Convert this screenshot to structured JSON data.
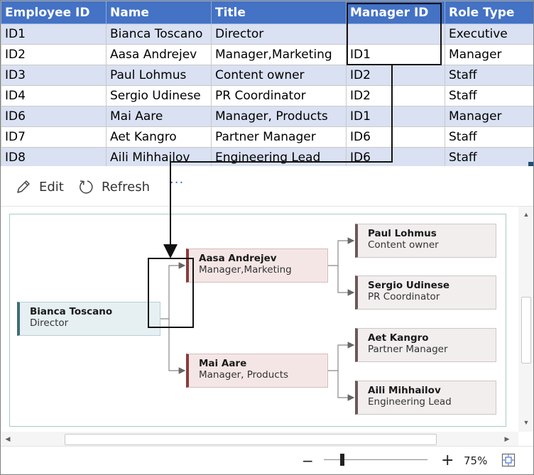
{
  "table": {
    "columns": [
      "Employee ID",
      "Name",
      "Title",
      "Manager ID",
      "Role Type"
    ],
    "rows": [
      [
        "ID1",
        "Bianca Toscano",
        "Director",
        "",
        "Executive"
      ],
      [
        "ID2",
        "Aasa Andrejev",
        "Manager,Marketing",
        "ID1",
        "Manager"
      ],
      [
        "ID3",
        "Paul Lohmus",
        "Content owner",
        "ID2",
        "Staff"
      ],
      [
        "ID4",
        "Sergio Udinese",
        "PR Coordinator",
        "ID2",
        "Staff"
      ],
      [
        "ID6",
        "Mai Aare",
        "Manager, Products",
        "ID1",
        "Manager"
      ],
      [
        "ID7",
        "Aet Kangro",
        "Partner Manager",
        "ID6",
        "Staff"
      ],
      [
        "ID8",
        "Aili Mihhailov",
        "Engineering Lead",
        "ID6",
        "Staff"
      ]
    ]
  },
  "toolbar": {
    "edit_label": "Edit",
    "refresh_label": "Refresh",
    "more_label": "···"
  },
  "orgchart": {
    "root": {
      "name": "Bianca Toscano",
      "title": "Director"
    },
    "managers": [
      {
        "name": "Aasa Andrejev",
        "title": "Manager,Marketing"
      },
      {
        "name": "Mai Aare",
        "title": "Manager, Products"
      }
    ],
    "staff": [
      {
        "name": "Paul Lohmus",
        "title": "Content owner"
      },
      {
        "name": "Sergio Udinese",
        "title": "PR Coordinator"
      },
      {
        "name": "Aet Kangro",
        "title": "Partner Manager"
      },
      {
        "name": "Aili Mihhailov",
        "title": "Engineering Lead"
      }
    ]
  },
  "status": {
    "zoom_minus": "−",
    "zoom_plus": "+",
    "zoom_level": "75%"
  },
  "colors": {
    "header": "#4472c4",
    "band": "#d9e1f2",
    "root_accent": "#3d6c78",
    "manager_accent": "#8a3b3b",
    "staff_accent": "#6b5858"
  }
}
